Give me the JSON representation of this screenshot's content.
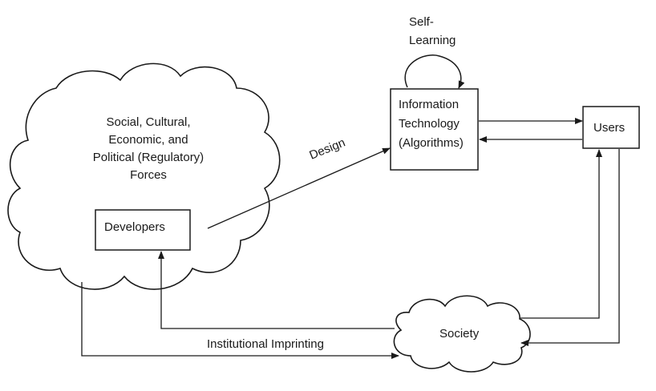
{
  "forces": {
    "line1": "Social, Cultural,",
    "line2": "Economic, and",
    "line3": "Political (Regulatory)",
    "line4": "Forces"
  },
  "nodes": {
    "developers": "Developers",
    "info_tech_line1": "Information",
    "info_tech_line2": "Technology",
    "info_tech_line3": "(Algorithms)",
    "users": "Users",
    "society": "Society"
  },
  "edges": {
    "design": "Design",
    "self_learning_line1": "Self-",
    "self_learning_line2": "Learning",
    "institutional_imprinting": "Institutional Imprinting"
  }
}
